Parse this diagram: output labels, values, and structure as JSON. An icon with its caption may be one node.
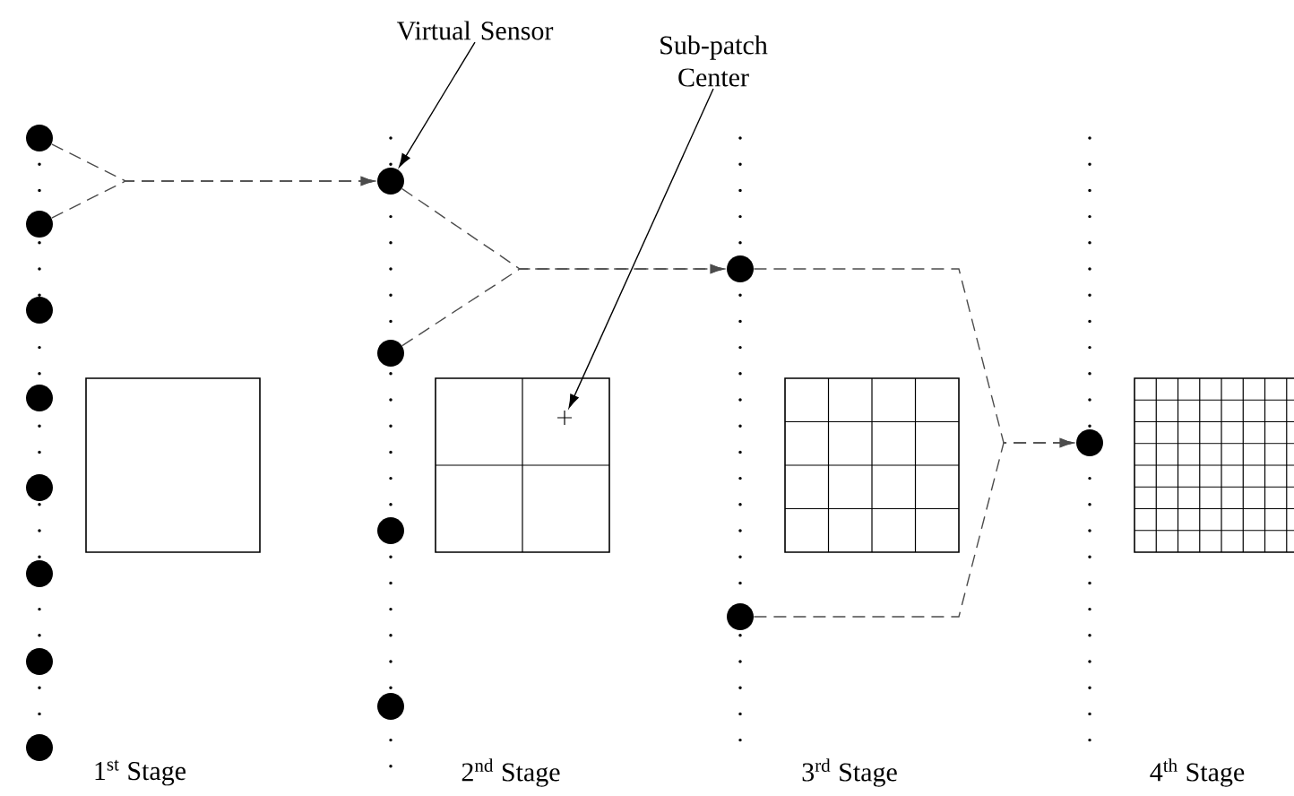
{
  "diagram": {
    "nodes": [
      {
        "text": [],
        "shape": "circle"
      },
      {
        "text": [],
        "shape": "circle"
      },
      {
        "text": [],
        "shape": "circle"
      },
      {
        "text": [],
        "shape": "circle"
      },
      {
        "text": [],
        "shape": "circle"
      },
      {
        "text": [],
        "shape": "circle"
      },
      {
        "text": [],
        "shape": "circle"
      },
      {
        "text": [],
        "shape": "circle"
      },
      {
        "text": [],
        "shape": "circle"
      },
      {
        "text": [],
        "shape": "circle"
      },
      {
        "text": [],
        "shape": "circle"
      },
      {
        "text": [],
        "shape": "circle"
      },
      {
        "text": [],
        "shape": "circle"
      },
      {
        "text": [],
        "shape": "circle"
      },
      {
        "text": [],
        "shape": "circle"
      },
      {
        "text": [
          "Virtual Sensor"
        ]
      },
      {
        "text": [
          "Sub-patch Center"
        ]
      },
      {
        "text": [],
        "shape": "cross"
      }
    ],
    "edges": [
      {
        "from": 0,
        "to": 8,
        "arrow": "to",
        "style": "dashed"
      },
      {
        "from": 1,
        "to": 8,
        "arrow": "to",
        "style": "dashed"
      },
      {
        "from": 8,
        "to": 12,
        "arrow": "to",
        "style": "dashed"
      },
      {
        "from": 9,
        "to": 12,
        "arrow": "to",
        "style": "dashed"
      },
      {
        "from": 12,
        "to": 14,
        "arrow": "to",
        "style": "dashed"
      },
      {
        "from": 13,
        "to": 14,
        "arrow": "to",
        "style": "dashed"
      },
      {
        "from": 15,
        "to": 8,
        "arrow": "to"
      },
      {
        "from": 16,
        "to": 17,
        "arrow": "to"
      }
    ],
    "labels": [
      "1$^{st}$ Stage",
      "2$^{nd}$ Stage",
      "3$^{rd}$ Stage",
      "4$^{th}$ Stage"
    ]
  }
}
